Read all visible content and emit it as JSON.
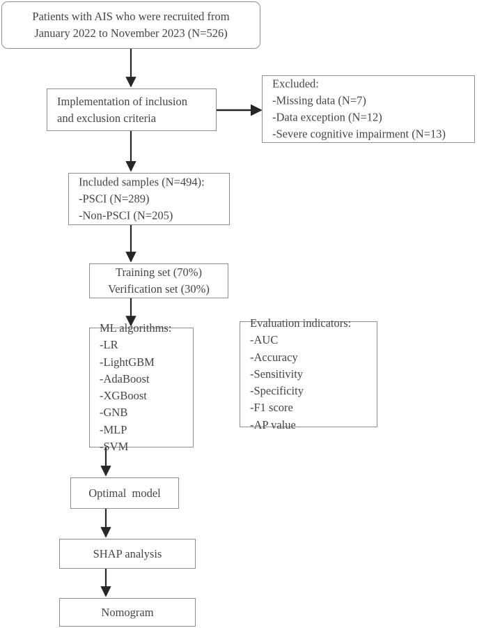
{
  "figure": {
    "type": "flowchart",
    "title": "Study flow diagram of AIS patient cohort and machine-learning pipeline",
    "colors": {
      "box_border": "#8d8d8d",
      "box_fill": "#ffffff",
      "text": "#454545",
      "arrow": "#262626",
      "background": "#ffffff"
    }
  },
  "nodes": {
    "recruitment": {
      "id": "recruitment",
      "shape": "rounded-rect",
      "align": "center",
      "lines": [
        "Patients with AIS who were recruited from",
        "January 2022 to November 2023 (N=526)"
      ]
    },
    "criteria": {
      "id": "criteria",
      "shape": "rect",
      "align": "left",
      "lines": [
        "Implementation of inclusion",
        "and exclusion criteria"
      ]
    },
    "excluded": {
      "id": "excluded",
      "shape": "rect",
      "align": "left",
      "lines": [
        "Excluded:",
        "-Missing data (N=7)",
        "-Data exception (N=12)",
        "-Severe cognitive impairment (N=13)"
      ]
    },
    "included": {
      "id": "included",
      "shape": "rect",
      "align": "left",
      "lines": [
        "Included samples (N=494):",
        "-PSCI (N=289)",
        "-Non-PSCI (N=205)"
      ]
    },
    "split": {
      "id": "split",
      "shape": "rect",
      "align": "center",
      "lines": [
        "Training set (70%)",
        "Verification set (30%)"
      ]
    },
    "algorithms": {
      "id": "algorithms",
      "shape": "rect",
      "align": "left",
      "lines": [
        "ML algorithms:",
        "-LR",
        "-LightGBM",
        "-AdaBoost",
        "-XGBoost",
        "-GNB",
        "-MLP",
        "-SVM"
      ]
    },
    "metrics": {
      "id": "metrics",
      "shape": "rect",
      "align": "left",
      "lines": [
        "Evaluation indicators:",
        "-AUC",
        "-Accuracy",
        "-Sensitivity",
        "-Specificity",
        "-F1 score",
        "-AP value"
      ]
    },
    "optimal": {
      "id": "optimal",
      "shape": "rect",
      "align": "center",
      "lines": [
        "Optimal  model"
      ]
    },
    "shap": {
      "id": "shap",
      "shape": "rect",
      "align": "center",
      "lines": [
        "SHAP analysis"
      ]
    },
    "nomogram": {
      "id": "nomogram",
      "shape": "rect",
      "align": "center",
      "lines": [
        "Nomogram"
      ]
    }
  },
  "edges": [
    {
      "from": "recruitment",
      "to": "criteria",
      "direction": "down",
      "label": ""
    },
    {
      "from": "criteria",
      "to": "excluded",
      "direction": "right",
      "label": ""
    },
    {
      "from": "criteria",
      "to": "included",
      "direction": "down",
      "label": ""
    },
    {
      "from": "included",
      "to": "split",
      "direction": "down",
      "label": ""
    },
    {
      "from": "split",
      "to": "algorithms",
      "direction": "down",
      "label": ""
    },
    {
      "from": "algorithms",
      "to": "metrics",
      "direction": "right",
      "label": ""
    },
    {
      "from": "algorithms",
      "to": "optimal",
      "direction": "down",
      "label": ""
    },
    {
      "from": "optimal",
      "to": "shap",
      "direction": "down",
      "label": ""
    },
    {
      "from": "shap",
      "to": "nomogram",
      "direction": "down",
      "label": ""
    }
  ]
}
